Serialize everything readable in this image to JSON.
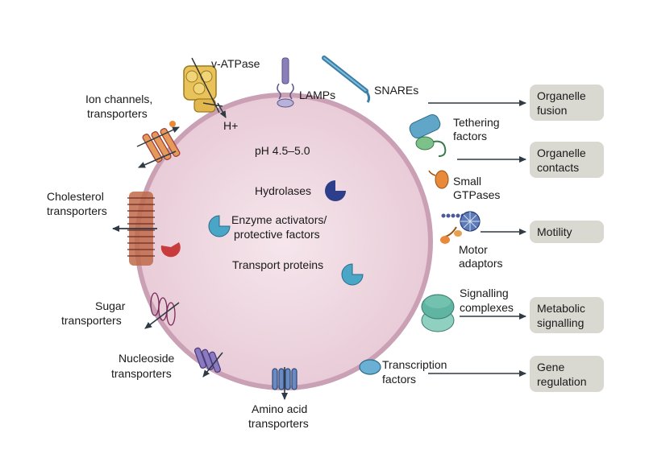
{
  "lysosome": {
    "ph": "pH 4.5–5.0",
    "hydrolases": "Hydrolases",
    "enzyme_activators": [
      "Enzyme activators/",
      "protective factors"
    ],
    "transport_proteins": "Transport proteins"
  },
  "membrane": {
    "v_atpase": "v-ATPase",
    "h_plus": "H+",
    "lamps": "LAMPs",
    "snares": "SNAREs",
    "ion_channels": [
      "Ion channels,",
      "transporters"
    ],
    "cholesterol": [
      "Cholesterol",
      "transporters"
    ],
    "sugar": [
      "Sugar",
      "transporters"
    ],
    "nucleoside": [
      "Nucleoside",
      "transporters"
    ],
    "amino_acid": [
      "Amino acid",
      "transporters"
    ]
  },
  "cytosolic": {
    "tethering": [
      "Tethering",
      "factors"
    ],
    "small_gtpases": [
      "Small",
      "GTPases"
    ],
    "motor_adaptors": [
      "Motor",
      "adaptors"
    ],
    "signalling": [
      "Signalling",
      "complexes"
    ],
    "transcription": [
      "Transcription",
      "factors"
    ]
  },
  "outcomes": {
    "fusion": [
      "Organelle",
      "fusion"
    ],
    "contacts": [
      "Organelle",
      "contacts"
    ],
    "motility": [
      "Motility"
    ],
    "metabolic": [
      "Metabolic",
      "signalling"
    ],
    "gene": [
      "Gene",
      "regulation"
    ]
  },
  "colors": {
    "lumen": "#ecd5de",
    "membrane": "#c9a0b4",
    "box": "#d9d9d2",
    "arrow": "#2e3a44",
    "teal": "#3aa0c0",
    "protein_red": "#c83a3c",
    "protein_orange": "#e88a3a"
  }
}
